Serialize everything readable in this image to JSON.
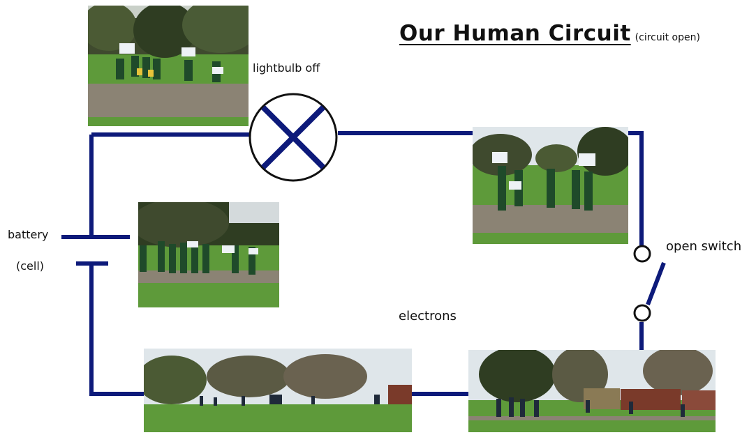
{
  "title": "Our Human Circuit",
  "subtitle": "(circuit open)",
  "labels": {
    "lightbulb": "lightbulb off",
    "battery": "battery",
    "cell": "(cell)",
    "switch": "open switch",
    "electrons": "electrons"
  },
  "colors": {
    "wire": "#0d1a7a",
    "sky": "#dfe6ea",
    "trees": "#3f4a2e",
    "grass": "#5e9a3a",
    "path": "#8b8374",
    "uniform": "#1f4a2a",
    "building": "#7a3a2a"
  }
}
